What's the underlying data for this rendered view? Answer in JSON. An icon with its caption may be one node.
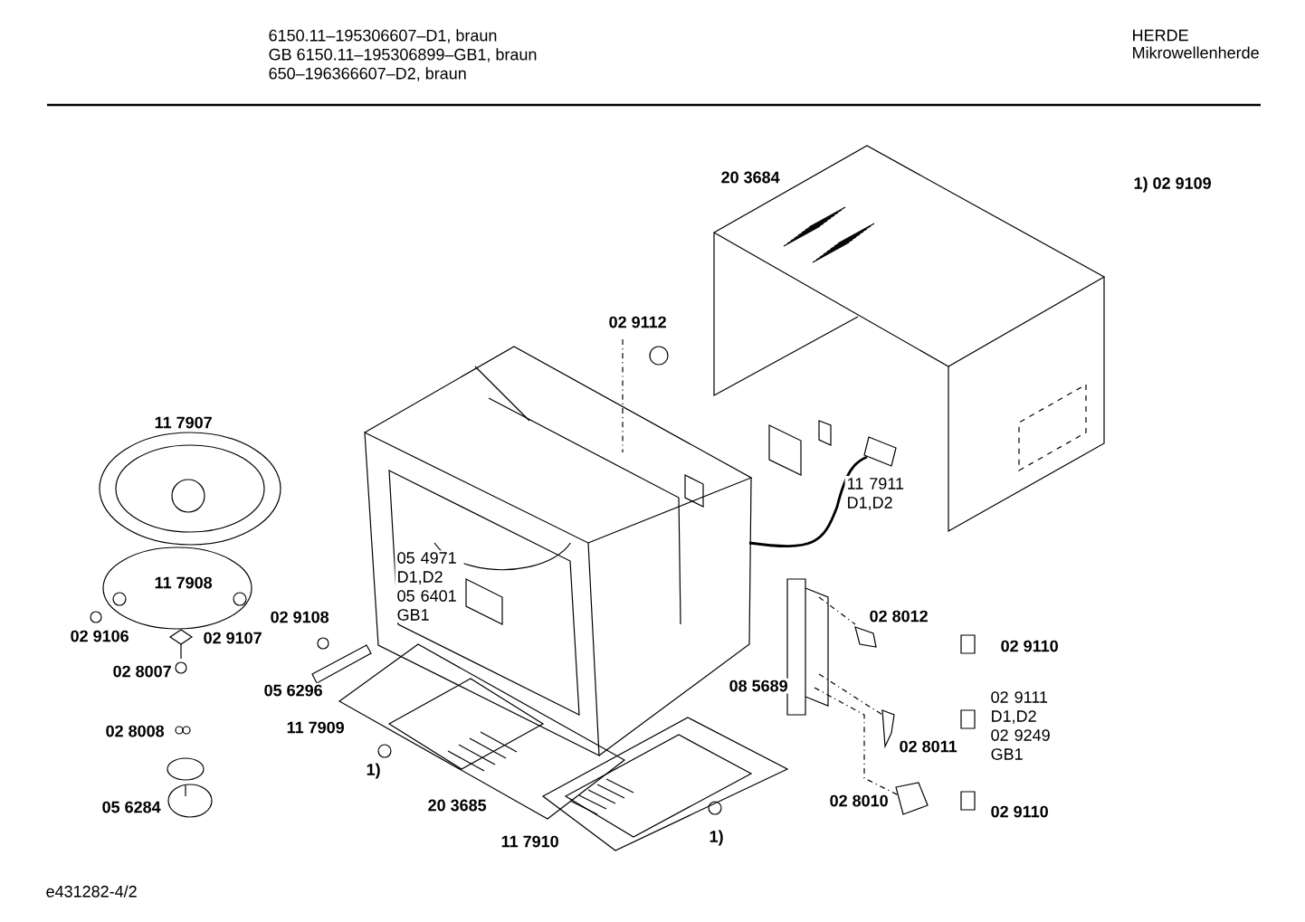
{
  "diagram": {
    "labels": [
      "6150.11–195306607–D1, braun",
      "GB 6150.11–195306899–GB1, braun",
      "650–196366607–D2, braun",
      "HERDE",
      "Mikrowellenherde",
      "20 3684",
      "1) 02 9109",
      "02 9112",
      "11 7907",
      "11 7911 D1,D2",
      "05 4971 D1,D2 05 6401 GB1",
      "11 7908",
      "02 9108",
      "02 9106",
      "02 9107",
      "02 8007",
      "05 6296",
      "02 8012",
      "02 9110",
      "08 5689",
      "02 9111 D1,D2 02 9249 GB1",
      "11 7909",
      "02 8008",
      "02 8011",
      "1)",
      "20 3685",
      "05 6284",
      "02 8010",
      "02 9110",
      "11 7910",
      "1)",
      "e431282-4/2"
    ]
  }
}
